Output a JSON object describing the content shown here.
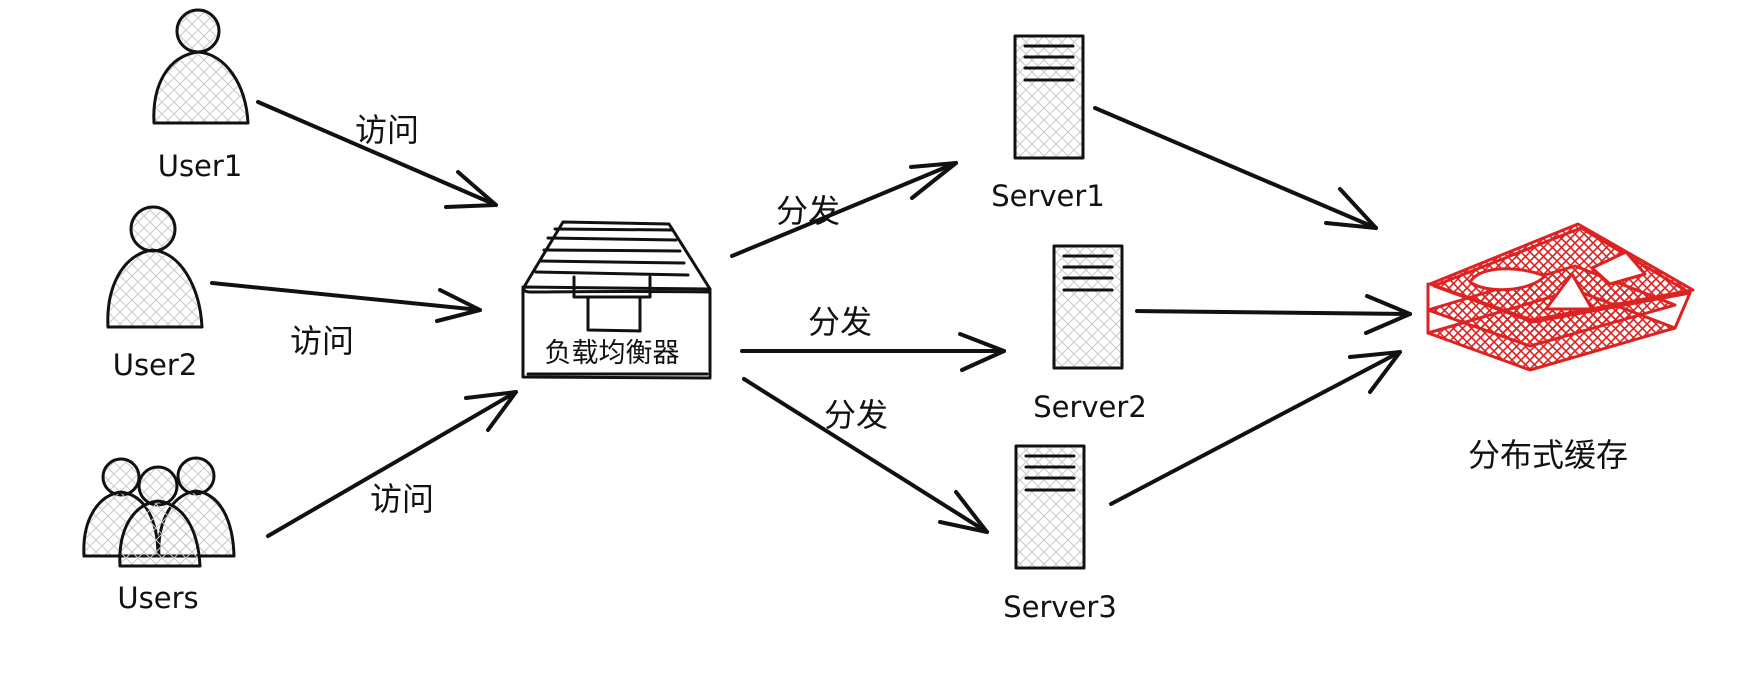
{
  "users": [
    {
      "label": "User1"
    },
    {
      "label": "User2"
    },
    {
      "label": "Users"
    }
  ],
  "load_balancer": {
    "label": "负载均衡器"
  },
  "servers": [
    {
      "label": "Server1"
    },
    {
      "label": "Server2"
    },
    {
      "label": "Server3"
    }
  ],
  "cache": {
    "label": "分布式缓存",
    "color": "#dd2222"
  },
  "edges": {
    "access_1": "访问",
    "access_2": "访问",
    "access_3": "访问",
    "dispatch_1": "分发",
    "dispatch_2": "分发",
    "dispatch_3": "分发"
  },
  "icons": {
    "user": "person-icon",
    "group": "users-group-icon",
    "load_balancer": "drawer-icon",
    "server": "server-tower-icon",
    "cache": "layers-icon"
  }
}
